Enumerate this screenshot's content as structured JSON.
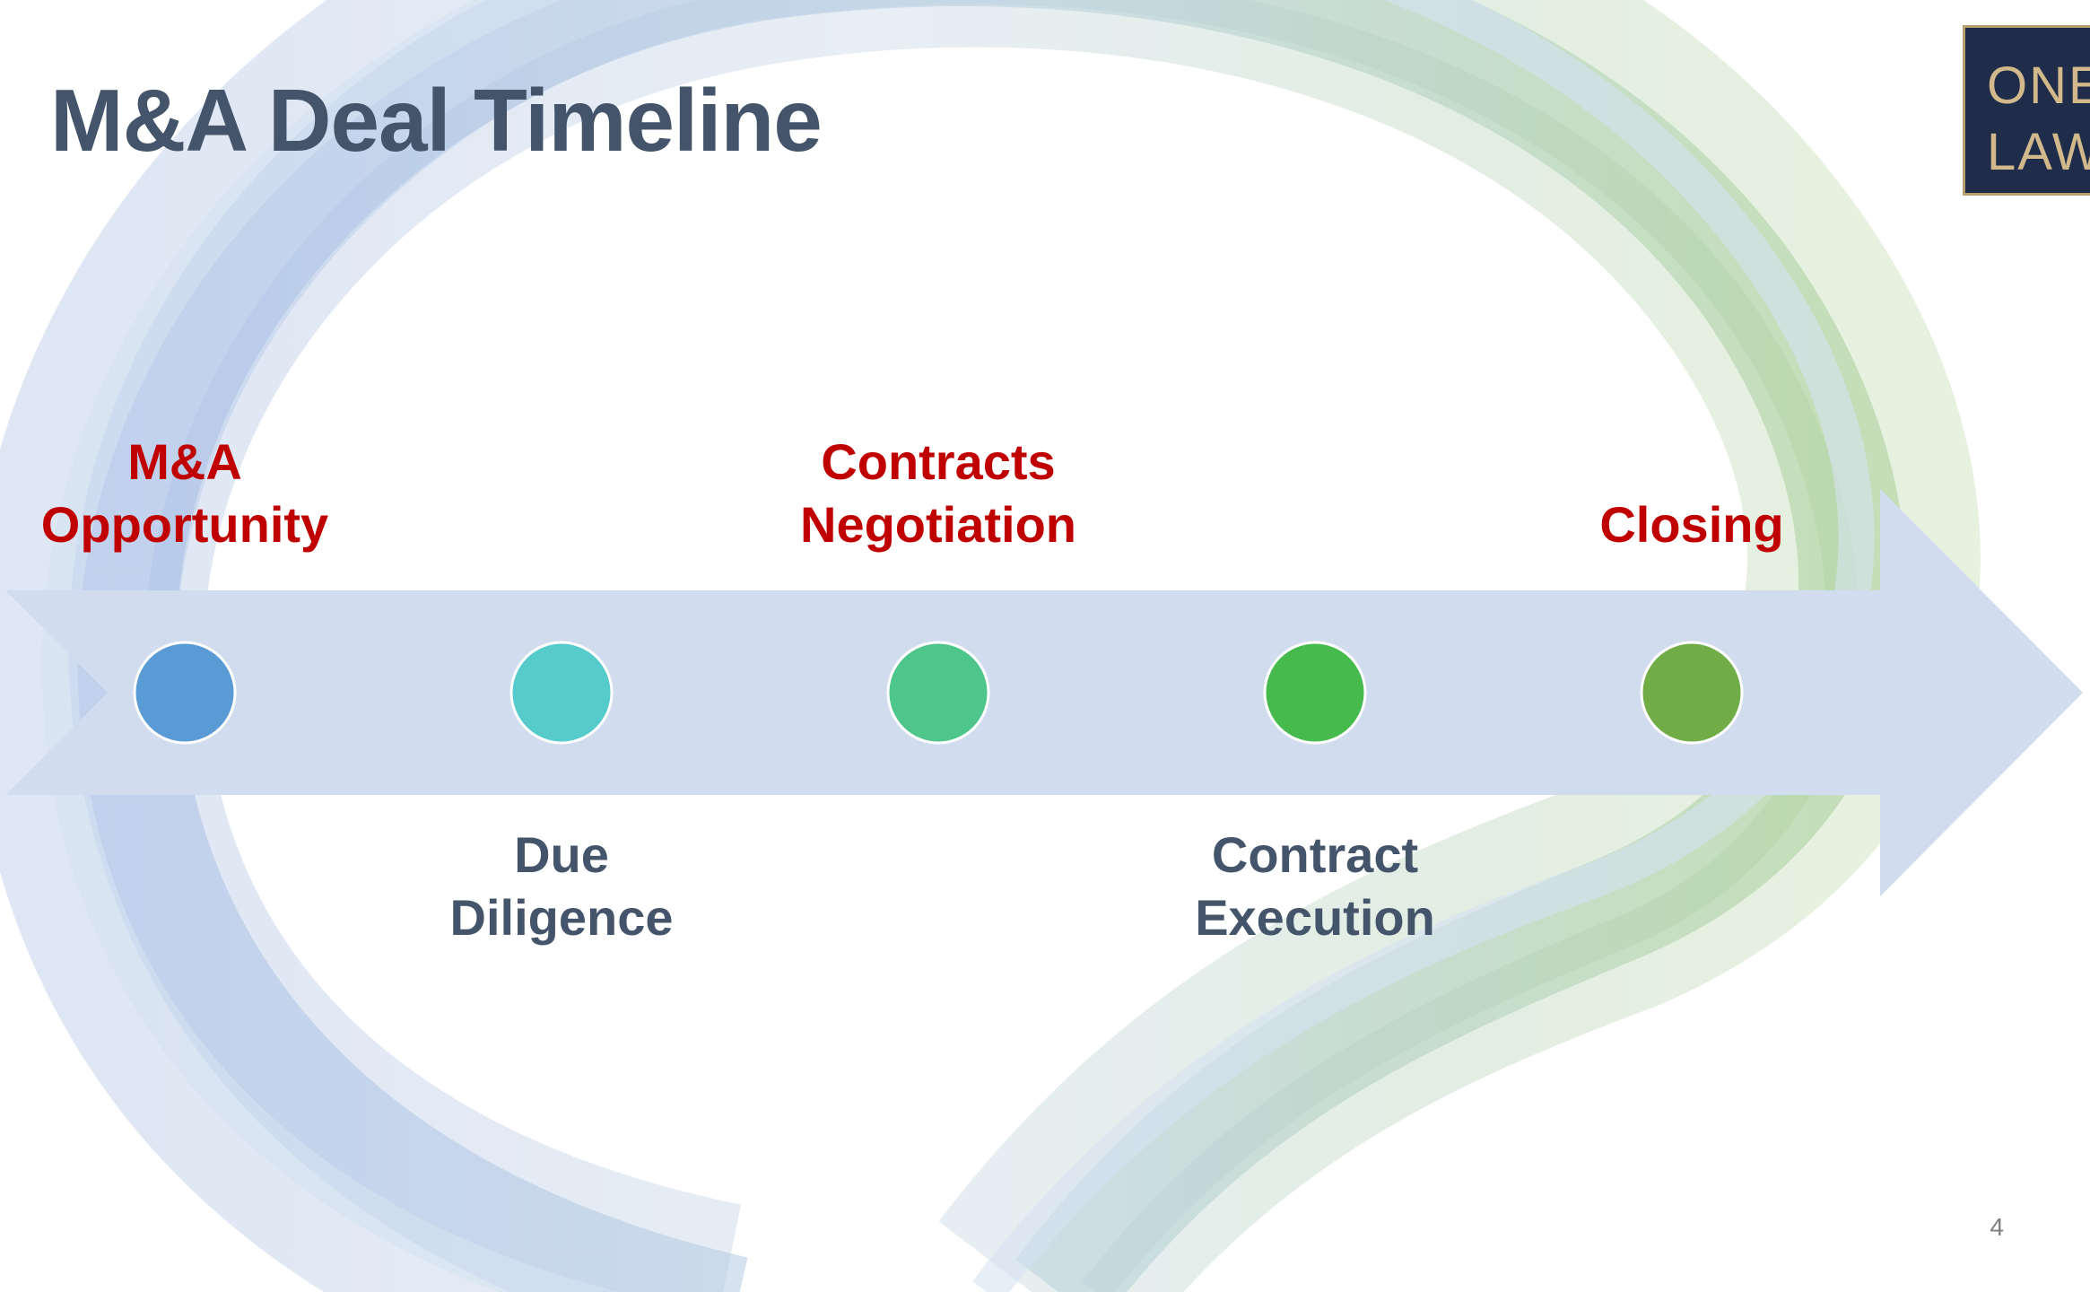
{
  "slide": {
    "title": "M&A Deal Timeline",
    "page_number": "4"
  },
  "logo": {
    "line1": "ONE",
    "line2": "LAW"
  },
  "timeline": {
    "milestones": [
      {
        "lines": [
          "M&A",
          "Opportunity"
        ],
        "position": "above",
        "color": "#5B9BD5"
      },
      {
        "lines": [
          "Due",
          "Diligence"
        ],
        "position": "below",
        "color": "#56CBCB"
      },
      {
        "lines": [
          "Contracts",
          "Negotiation"
        ],
        "position": "above",
        "color": "#4EC68B"
      },
      {
        "lines": [
          "Contract",
          "Execution"
        ],
        "position": "below",
        "color": "#47BA4D"
      },
      {
        "lines": [
          "Closing"
        ],
        "position": "above",
        "color": "#70AD47"
      }
    ]
  },
  "colors": {
    "title": "#44546A",
    "highlight_label": "#C00000",
    "normal_label": "#44546A",
    "arrow_fill": "#D1DDEF",
    "logo_bg": "#1F2C4A",
    "logo_text": "#D2B98B"
  }
}
